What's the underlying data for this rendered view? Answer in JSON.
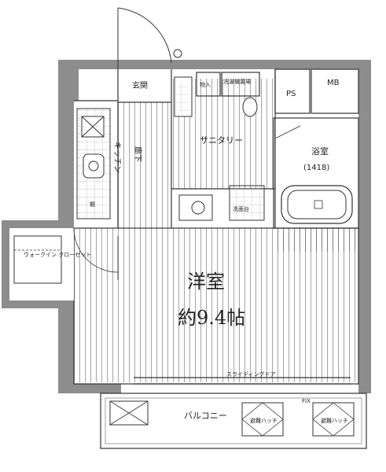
{
  "rooms": {
    "main_room": {
      "label": "洋室",
      "size": "約9.4帖"
    },
    "entrance": "玄関",
    "storage": "物入",
    "washer": "洗濯機置場",
    "sanitary": "サニタリー",
    "bath": {
      "label": "浴室",
      "size": "(1418)"
    },
    "kitchen": "キッチン",
    "corridor": "廊下",
    "walk_in_closet": "ウォークイン クローゼット",
    "ps": "PS",
    "mb": "MB",
    "balcony": "バルコニー",
    "fix": "FIX",
    "evac_hatch_1": "避難ハッチ",
    "evac_hatch_2": "避難ハッチ",
    "sliding": "スライディングドア",
    "shelf": "棚",
    "washstand": "洗面台"
  },
  "colors": {
    "wall": "#8d8d8d",
    "line": "#333333",
    "background": "#ffffff"
  }
}
